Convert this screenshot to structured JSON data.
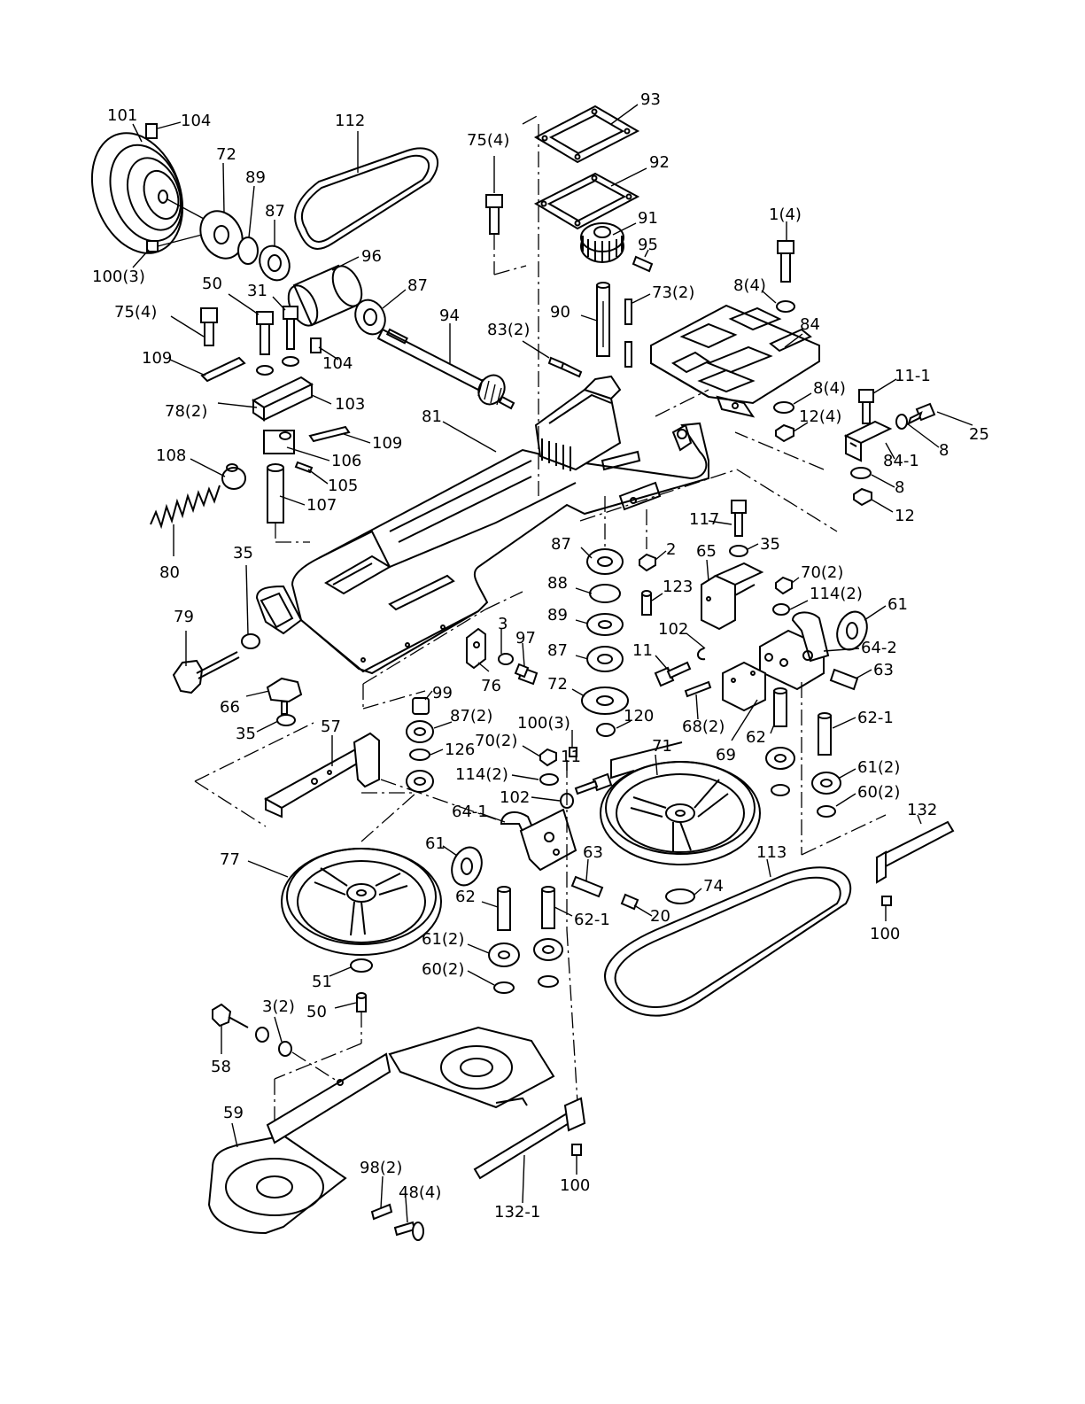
{
  "labels": [
    {
      "text": "101"
    },
    {
      "text": "104"
    },
    {
      "text": "72"
    },
    {
      "text": "89"
    },
    {
      "text": "87"
    },
    {
      "text": "112"
    },
    {
      "text": "100(3)"
    },
    {
      "text": "96"
    },
    {
      "text": "87"
    },
    {
      "text": "50"
    },
    {
      "text": "31"
    },
    {
      "text": "75(4)"
    },
    {
      "text": "94"
    },
    {
      "text": "109"
    },
    {
      "text": "104"
    },
    {
      "text": "78(2)"
    },
    {
      "text": "103"
    },
    {
      "text": "81"
    },
    {
      "text": "109"
    },
    {
      "text": "108"
    },
    {
      "text": "106"
    },
    {
      "text": "105"
    },
    {
      "text": "107"
    },
    {
      "text": "80"
    },
    {
      "text": "35"
    },
    {
      "text": "79"
    },
    {
      "text": "75(4)"
    },
    {
      "text": "93"
    },
    {
      "text": "92"
    },
    {
      "text": "91"
    },
    {
      "text": "95"
    },
    {
      "text": "73(2)"
    },
    {
      "text": "90"
    },
    {
      "text": "83(2)"
    },
    {
      "text": "1(4)"
    },
    {
      "text": "8(4)"
    },
    {
      "text": "84"
    },
    {
      "text": "8(4)"
    },
    {
      "text": "11-1"
    },
    {
      "text": "12(4)"
    },
    {
      "text": "25"
    },
    {
      "text": "8"
    },
    {
      "text": "84-1"
    },
    {
      "text": "8"
    },
    {
      "text": "12"
    },
    {
      "text": "117"
    },
    {
      "text": "35"
    },
    {
      "text": "87"
    },
    {
      "text": "2"
    },
    {
      "text": "65"
    },
    {
      "text": "70(2)"
    },
    {
      "text": "88"
    },
    {
      "text": "123"
    },
    {
      "text": "114(2)"
    },
    {
      "text": "61"
    },
    {
      "text": "89"
    },
    {
      "text": "102"
    },
    {
      "text": "64-2"
    },
    {
      "text": "3"
    },
    {
      "text": "97"
    },
    {
      "text": "87"
    },
    {
      "text": "11"
    },
    {
      "text": "63"
    },
    {
      "text": "76"
    },
    {
      "text": "72"
    },
    {
      "text": "99"
    },
    {
      "text": "68(2)"
    },
    {
      "text": "62-1"
    },
    {
      "text": "66"
    },
    {
      "text": "87(2)"
    },
    {
      "text": "100(3)"
    },
    {
      "text": "120"
    },
    {
      "text": "62"
    },
    {
      "text": "35"
    },
    {
      "text": "57"
    },
    {
      "text": "70(2)"
    },
    {
      "text": "69"
    },
    {
      "text": "126"
    },
    {
      "text": "11"
    },
    {
      "text": "71"
    },
    {
      "text": "61(2)"
    },
    {
      "text": "114(2)"
    },
    {
      "text": "60(2)"
    },
    {
      "text": "102"
    },
    {
      "text": "132"
    },
    {
      "text": "64-1"
    },
    {
      "text": "77"
    },
    {
      "text": "61"
    },
    {
      "text": "63"
    },
    {
      "text": "113"
    },
    {
      "text": "74"
    },
    {
      "text": "62"
    },
    {
      "text": "62-1"
    },
    {
      "text": "20"
    },
    {
      "text": "100"
    },
    {
      "text": "61(2)"
    },
    {
      "text": "60(2)"
    },
    {
      "text": "51"
    },
    {
      "text": "3(2)"
    },
    {
      "text": "50"
    },
    {
      "text": "58"
    },
    {
      "text": "59"
    },
    {
      "text": "98(2)"
    },
    {
      "text": "48(4)"
    },
    {
      "text": "100"
    },
    {
      "text": "132-1"
    }
  ],
  "ink_color": "#000000",
  "paper_color": "#ffffff"
}
